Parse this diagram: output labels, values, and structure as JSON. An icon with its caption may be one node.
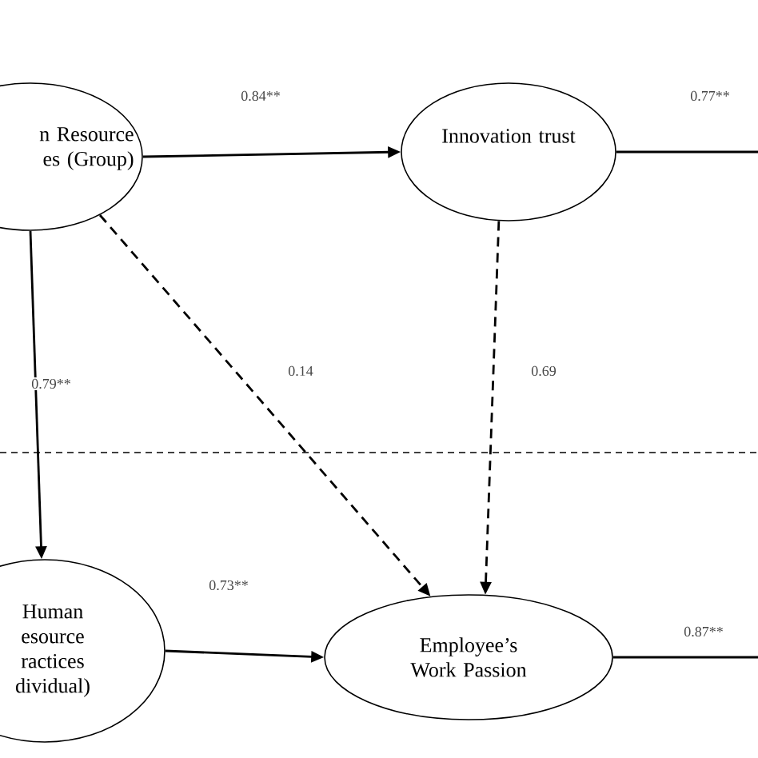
{
  "diagram": {
    "nodes": [
      {
        "text": [
          "n Resource es (Group)"
        ]
      },
      {
        "text": [
          "Innovation trust"
        ]
      },
      {
        "text": [
          "Human esource ractices dividual)"
        ]
      },
      {
        "text": [
          "Employee’s Work Passion"
        ]
      }
    ],
    "edges": [
      {
        "from": 0,
        "to": 1,
        "arrow": "to",
        "label": "0.84**"
      },
      {
        "from": 1,
        "to": null,
        "arrow": "none",
        "label": "0.77**"
      },
      {
        "from": 0,
        "to": 2,
        "arrow": "to",
        "label": "0.79**"
      },
      {
        "from": 0,
        "to": 3,
        "arrow": "to",
        "label": "0.14",
        "style": "dashed"
      },
      {
        "from": 1,
        "to": 3,
        "arrow": "to",
        "label": "0.69",
        "style": "dashed"
      },
      {
        "from": 2,
        "to": 3,
        "arrow": "to",
        "label": "0.73**"
      },
      {
        "from": 3,
        "to": null,
        "arrow": "none",
        "label": "0.87**"
      }
    ]
  }
}
